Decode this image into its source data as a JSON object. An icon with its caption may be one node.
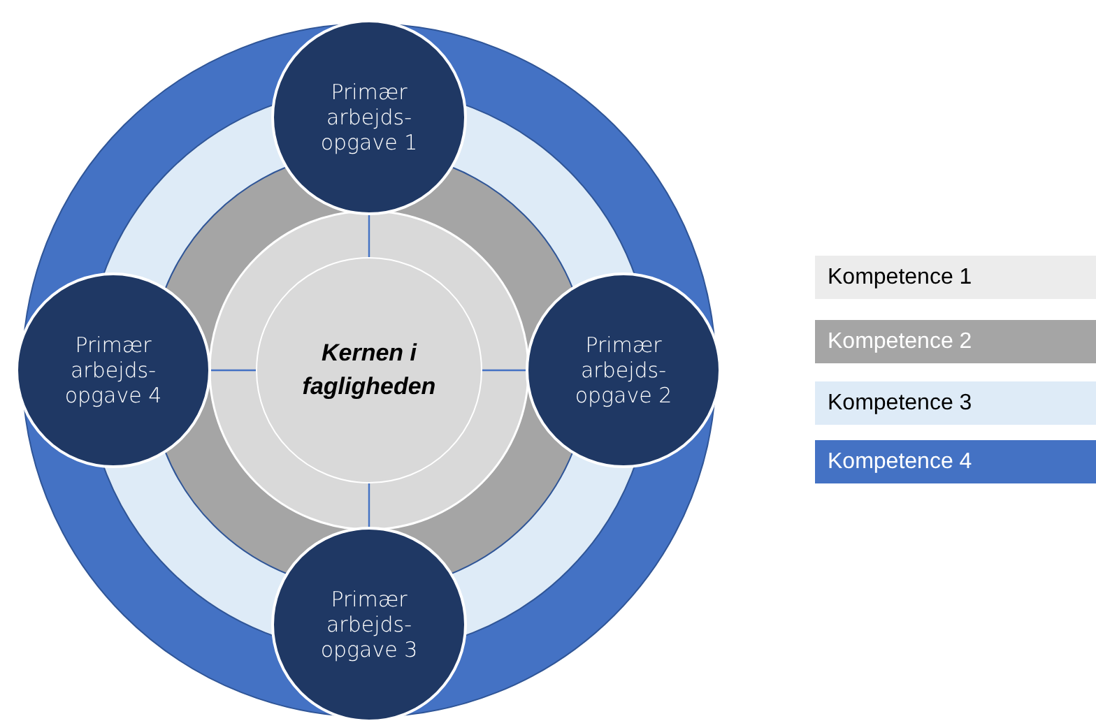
{
  "diagram": {
    "nodes": [
      {
        "text": [
          "Kernen i fagligheden"
        ]
      },
      {
        "text": [
          "Primær arbejds- opgave 1"
        ]
      },
      {
        "text": [
          "Primær arbejds- opgave 2"
        ]
      },
      {
        "text": [
          "Primær arbejds- opgave 3"
        ]
      },
      {
        "text": [
          "Primær arbejds- opgave 4"
        ]
      }
    ],
    "edges": [
      {
        "from": 0,
        "to": 1,
        "arrow": "none"
      },
      {
        "from": 0,
        "to": 2,
        "arrow": "none"
      },
      {
        "from": 0,
        "to": 3,
        "arrow": "none"
      },
      {
        "from": 0,
        "to": 4,
        "arrow": "none"
      }
    ],
    "legend": [
      {
        "text": "Kompetence 1",
        "color": "#ececec"
      },
      {
        "text": "Kompetence 2",
        "color": "#a5a5a5"
      },
      {
        "text": "Kompetence 3",
        "color": "#deebf7"
      },
      {
        "text": "Kompetence 4",
        "color": "#4472c4"
      }
    ]
  }
}
